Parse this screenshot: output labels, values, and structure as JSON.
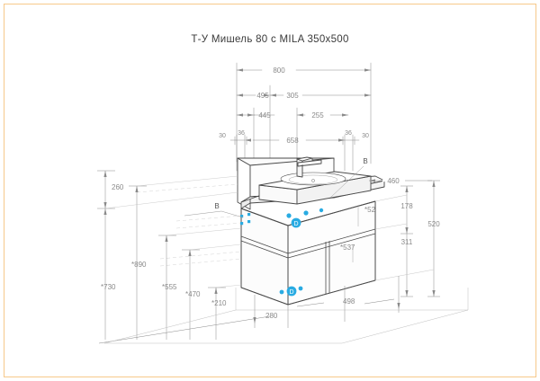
{
  "page": {
    "title": "Т-У Мишель 80 с MILA 350x500",
    "frame_color": "#f7c98a",
    "background": "#ffffff",
    "line_color": "#4a4a4a",
    "dim_color": "#8a8a8a",
    "accent_color": "#29abe2"
  },
  "drawing": {
    "type": "isometric-technical-drawing",
    "subject": "bathroom vanity cabinet with washbasin",
    "note_prefix": "*",
    "top_dimensions": [
      {
        "name": "overall-width",
        "value": "800"
      },
      {
        "name": "left-span",
        "value": "495"
      },
      {
        "name": "right-span",
        "value": "305"
      },
      {
        "name": "left-inner",
        "value": "445"
      },
      {
        "name": "right-inner",
        "value": "255"
      },
      {
        "name": "edge-left-outer",
        "value": "30"
      },
      {
        "name": "edge-left-inner",
        "value": "36"
      },
      {
        "name": "center-span",
        "value": "658"
      },
      {
        "name": "edge-right-inner",
        "value": "36"
      },
      {
        "name": "edge-right-outer",
        "value": "30"
      }
    ],
    "left_dimensions": [
      {
        "name": "mirror-height",
        "value": "260"
      },
      {
        "name": "height-730",
        "value": "*730"
      },
      {
        "name": "height-890",
        "value": "*890"
      },
      {
        "name": "height-555",
        "value": "*555"
      },
      {
        "name": "height-470",
        "value": "*470"
      },
      {
        "name": "height-210",
        "value": "*210"
      }
    ],
    "right_dimensions": [
      {
        "name": "basin-depth",
        "value": "460"
      },
      {
        "name": "upper-drawer-height",
        "value": "178"
      },
      {
        "name": "lower-drawer-height",
        "value": "311"
      },
      {
        "name": "cabinet-total-height",
        "value": "520"
      }
    ],
    "bottom_dimensions": [
      {
        "name": "depth-280",
        "value": "280"
      },
      {
        "name": "depth-498",
        "value": "498"
      }
    ],
    "inner_dimensions": [
      {
        "name": "drawer-front-upper",
        "value": "*52"
      },
      {
        "name": "drawer-front-lower",
        "value": "*537"
      }
    ],
    "section_labels": [
      {
        "name": "section-label-left",
        "value": "B"
      },
      {
        "name": "section-label-right",
        "value": "B"
      }
    ],
    "markers": [
      {
        "name": "marker-upper-drawer",
        "value": "D"
      },
      {
        "name": "marker-lower-drawer",
        "value": "D"
      }
    ]
  }
}
